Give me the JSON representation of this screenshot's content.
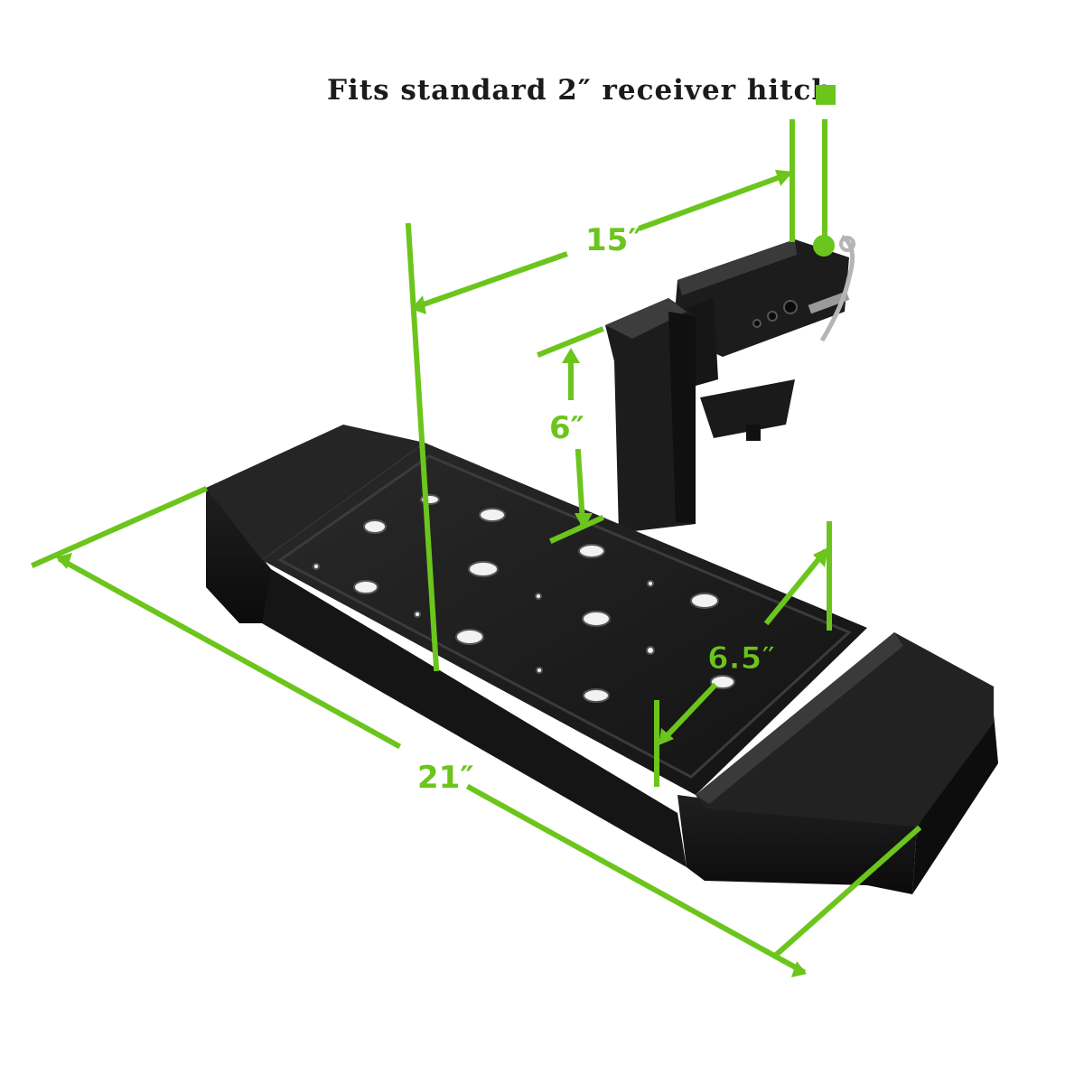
{
  "caption": "Fits standard 2″ receiver hitch",
  "dimensions": {
    "length": "21″",
    "reach": "15″",
    "drop": "6″",
    "width": "6.5″"
  },
  "colors": {
    "accent": "#6cc51c",
    "product": "#1a1a1a",
    "background": "#ffffff"
  },
  "icons": {
    "caption_marker": "green-square-icon"
  }
}
